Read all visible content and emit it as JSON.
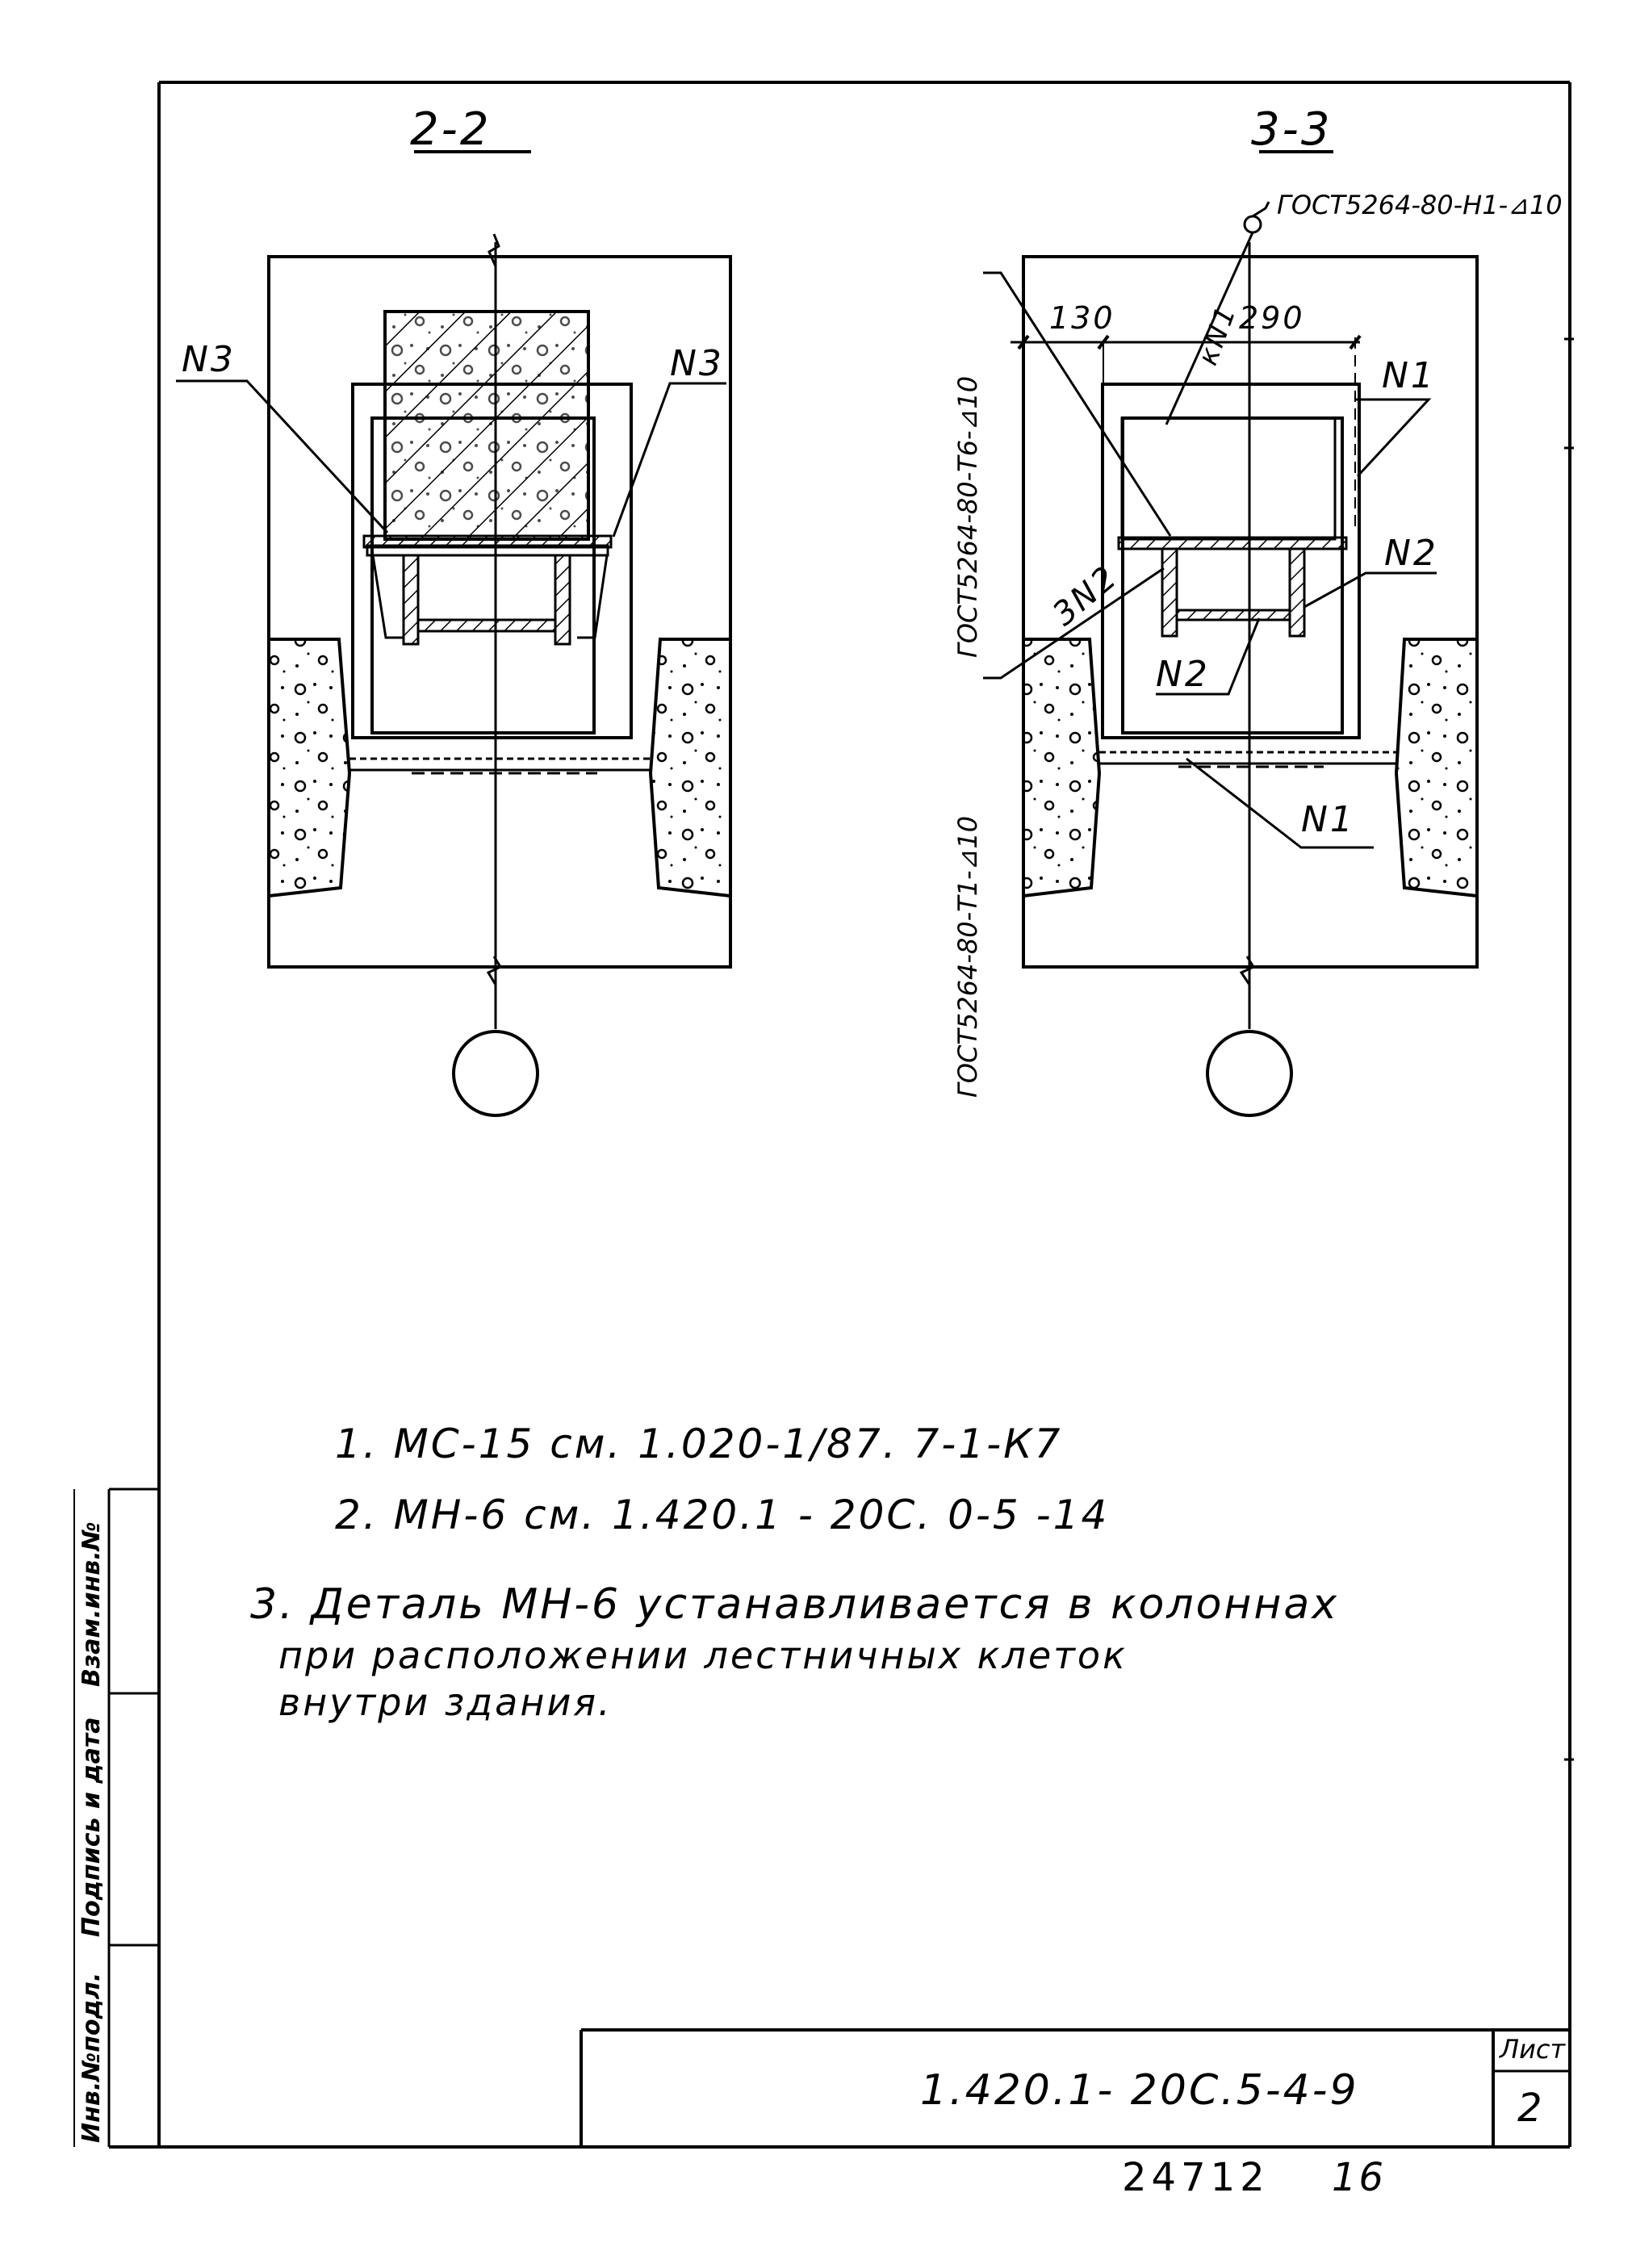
{
  "sections": {
    "left_title": "2-2",
    "right_title": "3-3"
  },
  "labels": {
    "n3_left": "N3",
    "n3_right": "N3",
    "n1_top": "N1",
    "n2_right": "N2",
    "three_n2": "3N2",
    "n2_bottom": "N2",
    "n1_bottom": "N1",
    "kn1": "кN1",
    "dim_130": "130",
    "dim_290": "290",
    "weld_top": "ГОСТ5264-80-Н1-⊿10",
    "weld_upper_vertical": "ГОСТ5264-80-Т6-⊿10",
    "weld_lower_vertical": "ГОСТ5264-80-Т1-⊿10"
  },
  "notes": {
    "line1": "1. МС-15 см. 1.020-1/87. 7-1-К7",
    "line2": "2. МН-6 см. 1.420.1 - 20С. 0-5 -14",
    "line3a": "3. Деталь МН-6 устанавливается в колоннах",
    "line3b": "при расположении лестничных клеток",
    "line3c": "внутри здания."
  },
  "side_stamp": {
    "inv_orig": "Инв.№подл.",
    "sign_date": "Подпись и дата",
    "vzam_inv": "Взам.инв.№"
  },
  "title_block": {
    "code": "1.420.1- 20С.5-4-9",
    "sheet_label": "Лист",
    "sheet_number": "2"
  },
  "footer": {
    "number": "24712",
    "format": "16"
  }
}
